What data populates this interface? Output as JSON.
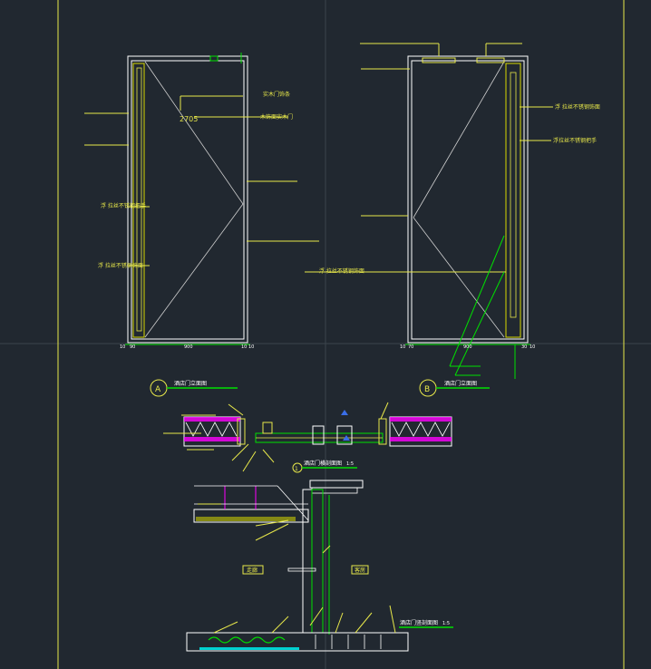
{
  "colors": {
    "background": "#212830",
    "frame": "#e8e84a",
    "linework": "#ffffff",
    "leader": "#00e000",
    "hatch": "#ff00ff",
    "infill": "#d8d800",
    "dim": "#00d0d0",
    "grid": "#3c444c"
  },
  "elevation_a": {
    "note_1": "实木门饰条",
    "value": "2705",
    "note_2": "木饰面实木门",
    "note_3": "浮 拉丝不锈钢把手",
    "note_4": "浮 拉丝不锈钢饰面",
    "dim_left": "10",
    "dim_left2": "90",
    "dim_mid": "900",
    "dim_right": "10",
    "dim_right2": "10",
    "marker": "A",
    "title": "酒店门立面图"
  },
  "elevation_b": {
    "note_1": "浮 拉丝不锈钢饰面",
    "note_2": "浮拉丝不锈钢把手",
    "note_3": "浮 拉丝不锈钢饰面",
    "dim_left": "10",
    "dim_left2": "70",
    "dim_mid": "900",
    "dim_right": "30",
    "dim_right2": "10",
    "marker": "B",
    "title": "酒店门立面图"
  },
  "plan": {
    "marker": "1",
    "title": "酒店门横剖面图",
    "scale": "1:5"
  },
  "section": {
    "label_left": "走廊",
    "label_right": "客房",
    "title": "酒店门竖剖面图",
    "scale": "1:5"
  }
}
